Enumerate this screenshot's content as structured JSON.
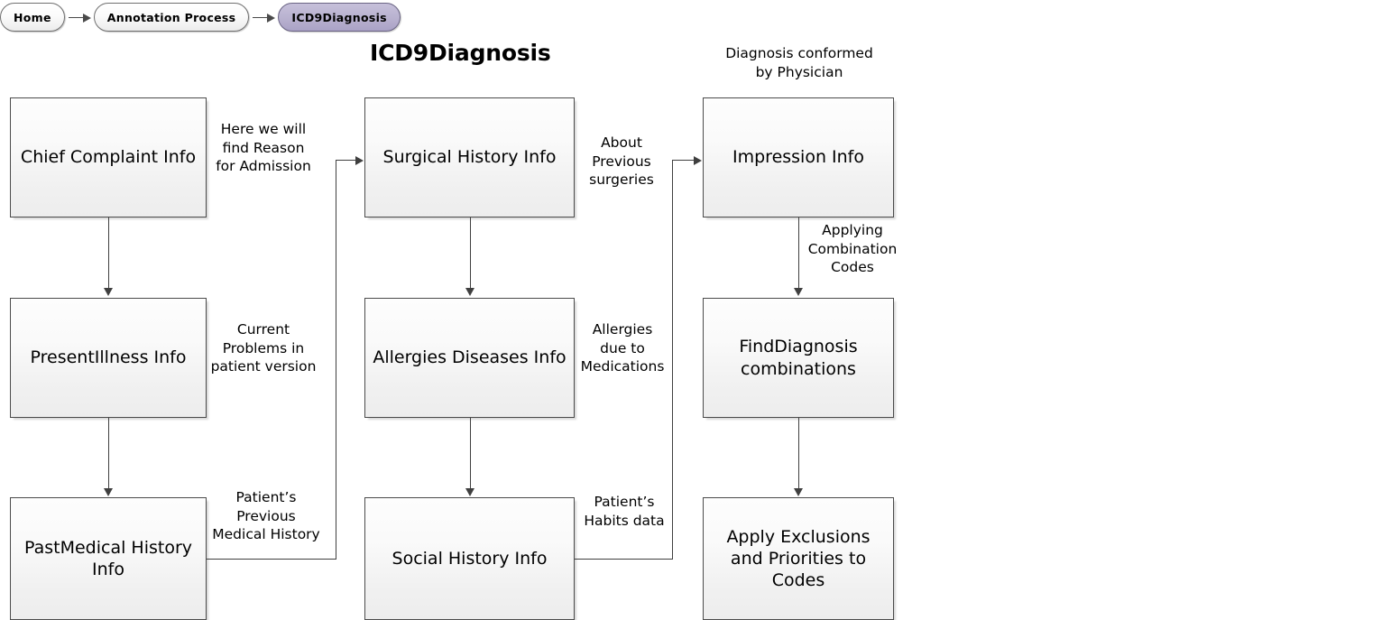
{
  "breadcrumb": {
    "items": [
      {
        "label": "Home",
        "active": false
      },
      {
        "label": "Annotation Process",
        "active": false
      },
      {
        "label": "ICD9Diagnosis",
        "active": true
      }
    ],
    "separator_icon": "arrow-right-icon",
    "active_color": "#b5aecd"
  },
  "page": {
    "title": "ICD9Diagnosis"
  },
  "diagram": {
    "type": "flowchart",
    "nodes": [
      {
        "id": "chief-complaint-info",
        "label": "Chief Complaint Info",
        "column": 1,
        "row": 1
      },
      {
        "id": "present-illness-info",
        "label": "PresentIllness Info",
        "column": 1,
        "row": 2
      },
      {
        "id": "past-medical-history",
        "label": "PastMedical History Info",
        "column": 1,
        "row": 3
      },
      {
        "id": "surgical-history-info",
        "label": "Surgical History Info",
        "column": 2,
        "row": 1
      },
      {
        "id": "allergies-diseases",
        "label": "Allergies Diseases Info",
        "column": 2,
        "row": 2
      },
      {
        "id": "social-history-info",
        "label": "Social History Info",
        "column": 2,
        "row": 3
      },
      {
        "id": "impression-info",
        "label": "Impression Info",
        "column": 3,
        "row": 1
      },
      {
        "id": "find-diagnosis",
        "label": "FindDiagnosis combinations",
        "column": 3,
        "row": 2
      },
      {
        "id": "apply-exclusions",
        "label": "Apply Exclusions and Priorities to Codes",
        "column": 3,
        "row": 3
      }
    ],
    "edge_labels": {
      "chief_complaint": "Here we will\nfind Reason\nfor Admission",
      "present_illness": "Current\nProblems in\npatient version",
      "past_medical": "Patient’s\nPrevious\nMedical History",
      "surgical_history": "About\nPrevious\nsurgeries",
      "allergies": "Allergies\ndue to\nMedications",
      "social_history": "Patient’s\nHabits data",
      "impression_top": "Diagnosis conformed\nby Physician",
      "impression_to_find": "Applying\nCombination\nCodes"
    }
  }
}
